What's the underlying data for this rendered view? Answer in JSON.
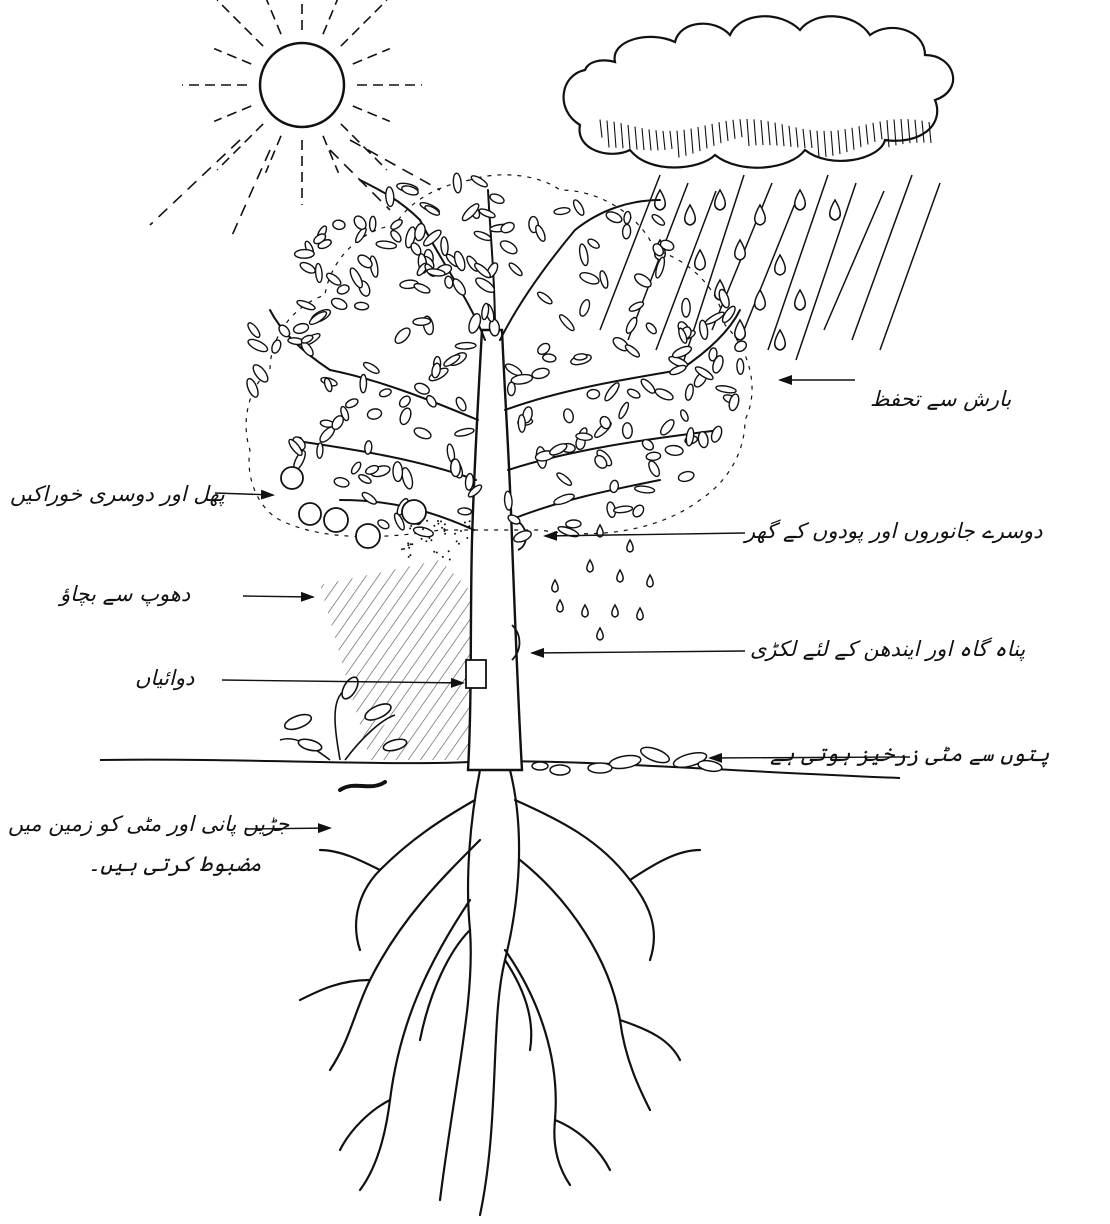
{
  "diagram": {
    "labels": {
      "rain_protection": "بارش سے تحفظ",
      "fruits_food": "پھل اور دوسری خوراکیں",
      "animal_plant_homes": "دوسرے جانوروں اور پودوں کے گھر",
      "sun_shade": "دھوپ سے بچاؤ",
      "shelter_fuel_wood": "پناہ گاہ اور ایندھن کے لئے لکڑی",
      "medicines": "دوائیاں",
      "leaves_fertile_soil": "پتوں سے مٹی زرخیز ہوتی ہے",
      "roots_line1": "جڑیں پانی اور مٹی کو زمین میں",
      "roots_line2": "مضبوط کرتی ہیں۔"
    },
    "colors": {
      "ink": "#111111",
      "paper": "#ffffff"
    }
  }
}
